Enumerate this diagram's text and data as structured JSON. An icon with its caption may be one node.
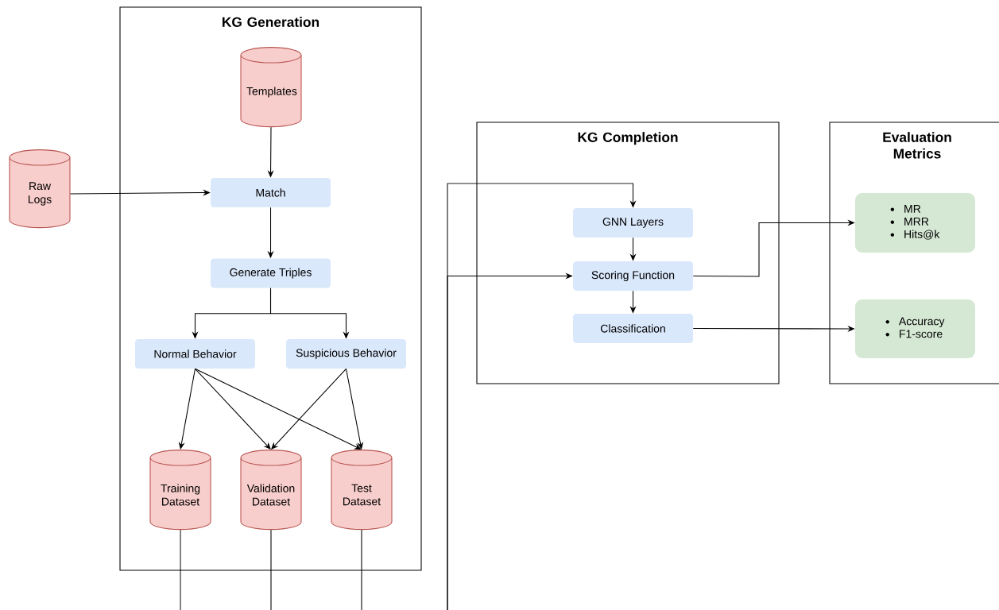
{
  "diagram": {
    "nodes": [
      {
        "text": [
          "KG Generation"
        ]
      },
      {
        "text": [
          "Templates"
        ],
        "in": 0
      },
      {
        "text": [
          "Raw Logs"
        ]
      },
      {
        "text": [
          "Match"
        ],
        "in": 0
      },
      {
        "text": [
          "Generate Triples"
        ],
        "in": 0
      },
      {
        "text": [
          "Normal Behavior"
        ],
        "in": 0
      },
      {
        "text": [
          "Suspicious Behavior"
        ],
        "in": 0
      },
      {
        "text": [
          "Training Dataset"
        ],
        "in": 0
      },
      {
        "text": [
          "Validation Dataset"
        ],
        "in": 0
      },
      {
        "text": [
          "Test Dataset"
        ],
        "in": 0
      },
      {
        "text": [
          "KG Completion"
        ]
      },
      {
        "text": [
          "GNN Layers"
        ],
        "in": 10
      },
      {
        "text": [
          "Scoring Function"
        ],
        "in": 10
      },
      {
        "text": [
          "Classification"
        ],
        "in": 10
      },
      {
        "text": [
          "Evaluation Metrics"
        ]
      },
      {
        "text": [
          "MR",
          "MRR",
          "Hits@k"
        ],
        "in": 14
      },
      {
        "text": [
          "Accuracy",
          "F1-score"
        ],
        "in": 14
      }
    ],
    "edges": [
      {
        "from": 1,
        "to": 3,
        "arrow": "to"
      },
      {
        "from": 2,
        "to": 3,
        "arrow": "to"
      },
      {
        "from": 3,
        "to": 4,
        "arrow": "to"
      },
      {
        "from": 4,
        "to": 5,
        "arrow": "to"
      },
      {
        "from": 4,
        "to": 6,
        "arrow": "to"
      },
      {
        "from": 5,
        "to": 7,
        "arrow": "to"
      },
      {
        "from": 5,
        "to": 8,
        "arrow": "to"
      },
      {
        "from": 5,
        "to": 9,
        "arrow": "to"
      },
      {
        "from": 6,
        "to": 8,
        "arrow": "to"
      },
      {
        "from": 6,
        "to": 9,
        "arrow": "to"
      },
      {
        "from": 7,
        "to": null,
        "arrow": "none"
      },
      {
        "from": 8,
        "to": null,
        "arrow": "none"
      },
      {
        "from": 9,
        "to": null,
        "arrow": "none"
      },
      {
        "from": null,
        "to": 11,
        "arrow": "to"
      },
      {
        "from": null,
        "to": 12,
        "arrow": "to"
      },
      {
        "from": 11,
        "to": 12,
        "arrow": "to"
      },
      {
        "from": 12,
        "to": 13,
        "arrow": "to"
      },
      {
        "from": 12,
        "to": 15,
        "arrow": "to"
      },
      {
        "from": 13,
        "to": 16,
        "arrow": "to"
      }
    ]
  }
}
